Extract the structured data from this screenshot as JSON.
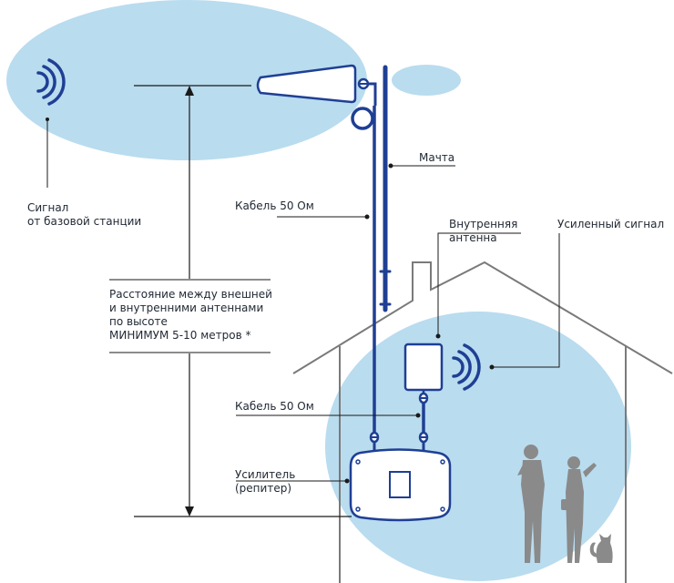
{
  "colors": {
    "signal_zone": "#b9dcef",
    "device_blue": "#1f3f94",
    "line_dark": "#1a1a1a",
    "house_gray": "#7a7a7a",
    "people_gray": "#8a8a8a",
    "text": "#222a35"
  },
  "icons": [
    "signal-waves-icon",
    "directional-antenna-icon",
    "indoor-antenna-icon",
    "repeater-icon",
    "person-icon",
    "cat-icon"
  ],
  "labels": {
    "signal_source": [
      "Сигнал",
      "от базовой станции"
    ],
    "mast": "Мачта",
    "cable_outer": "Кабель 50 Ом",
    "indoor_antenna": [
      "Внутренняя",
      "антенна"
    ],
    "amplified_signal": "Усиленный сигнал",
    "distance": [
      "Расстояние между внешней",
      "и внутренними антеннами",
      "по высоте",
      "МИНИМУМ 5-10 метров *"
    ],
    "cable_inner": "Кабель 50 Ом",
    "amplifier": [
      "Усилитель",
      "(репитер)"
    ]
  }
}
